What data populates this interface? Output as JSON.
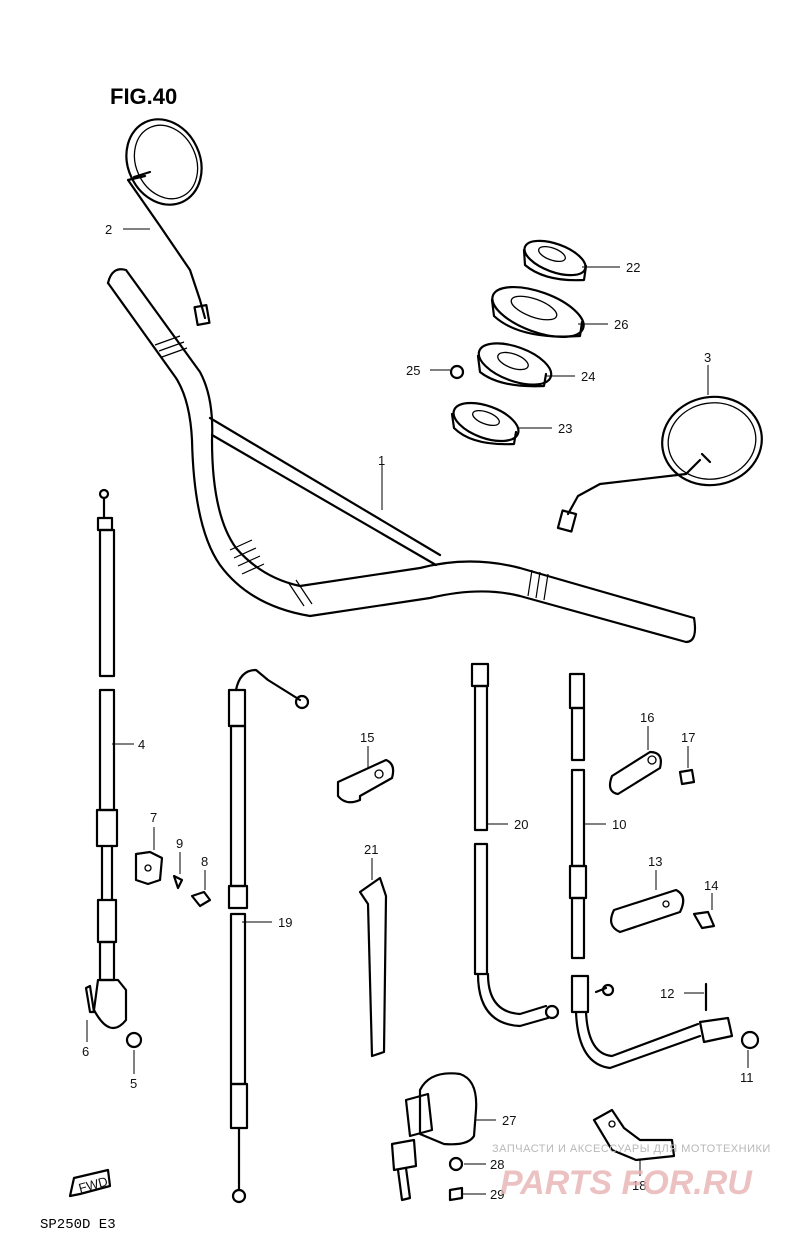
{
  "figure_title": "FIG.40",
  "footer_model": "SP250D E3",
  "fwd_label": "FWD",
  "watermark": {
    "text": "ЗАПЧАСТИ И АКСЕССУАРЫ ДЛЯ МОТОТЕХНИКИ",
    "logo": "PARTS FOR.RU"
  },
  "callouts": [
    "1",
    "2",
    "3",
    "4",
    "5",
    "6",
    "7",
    "8",
    "9",
    "10",
    "11",
    "12",
    "13",
    "14",
    "15",
    "16",
    "17",
    "18",
    "19",
    "20",
    "21",
    "22",
    "23",
    "24",
    "25",
    "26",
    "27",
    "28",
    "29"
  ],
  "colors": {
    "line": "#000000",
    "background": "#ffffff",
    "watermark_logo": "#e8b2b2"
  }
}
